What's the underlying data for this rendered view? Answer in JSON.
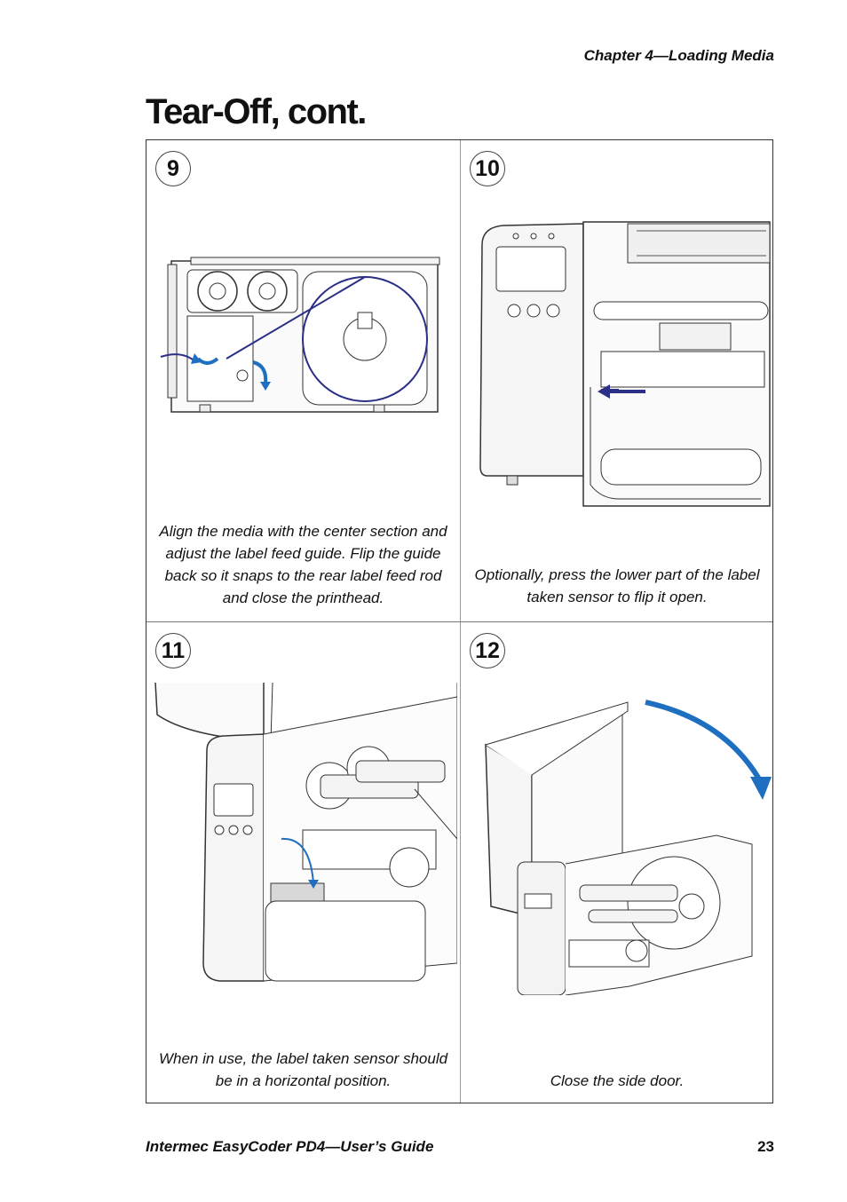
{
  "header": {
    "chapter": "Chapter 4—Loading Media"
  },
  "page_title": "Tear-Off, cont.",
  "steps": [
    {
      "number": "9",
      "caption": "Align the media with the center section and adjust the label feed guide. Flip the guide back so it snaps to the rear label feed rod and close the printhead."
    },
    {
      "number": "10",
      "caption": "Optionally, press the lower part of the label taken sensor to flip it open."
    },
    {
      "number": "11",
      "caption": "When in use, the label taken sensor should be in a horizontal position."
    },
    {
      "number": "12",
      "caption": "Close the side door."
    }
  ],
  "footer": {
    "guide_title": "Intermec EasyCoder PD4—User’s Guide",
    "page_number": "23"
  },
  "colors": {
    "arrow_blue": "#1e6fc0",
    "media_navy": "#2b2f86"
  }
}
